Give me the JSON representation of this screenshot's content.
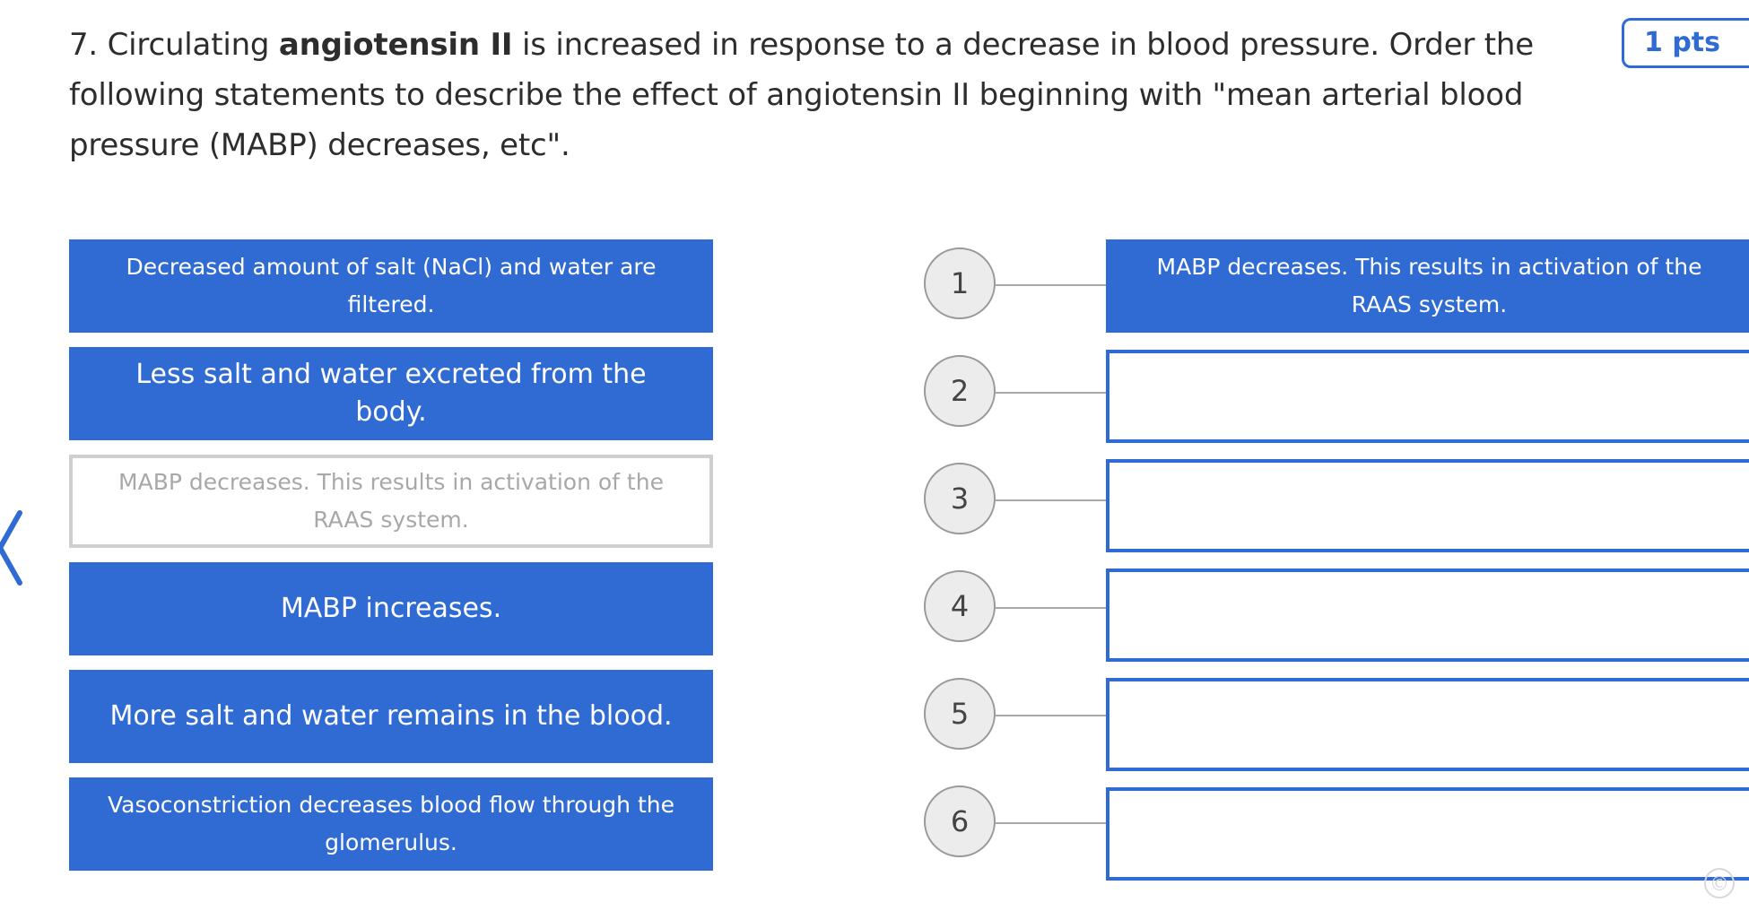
{
  "question": {
    "prefix": "7. Circulating ",
    "bold_term": "angiotensin II",
    "suffix": " is increased in response to a decrease in blood pressure. Order the following statements to describe the effect of angiotensin II beginning with \"mean arterial blood pressure (MABP) decreases, etc\"."
  },
  "points_label": "1 pts",
  "draggable_items": [
    {
      "text": "Decreased amount of salt (NaCl) and water are filtered.",
      "used": false
    },
    {
      "text": "Less salt and water excreted from the body.",
      "used": false
    },
    {
      "text": "MABP decreases. This results in activation of the RAAS system.",
      "used": true
    },
    {
      "text": "MABP increases.",
      "used": false
    },
    {
      "text": "More salt and water remains in the blood.",
      "used": false
    },
    {
      "text": "Vasoconstriction decreases blood flow through the glomerulus.",
      "used": false
    }
  ],
  "positions": [
    "1",
    "2",
    "3",
    "4",
    "5",
    "6"
  ],
  "slots": [
    "MABP decreases. This results in activation of the RAAS system.",
    "",
    "",
    "",
    "",
    ""
  ],
  "colors": {
    "accent": "#2f6bd2",
    "used_border": "#cfcfcf",
    "used_text": "#a8a8a8",
    "circle_fill": "#ececec"
  },
  "icons": {
    "back": "chevron-left-icon",
    "watermark": "copyright-icon"
  }
}
